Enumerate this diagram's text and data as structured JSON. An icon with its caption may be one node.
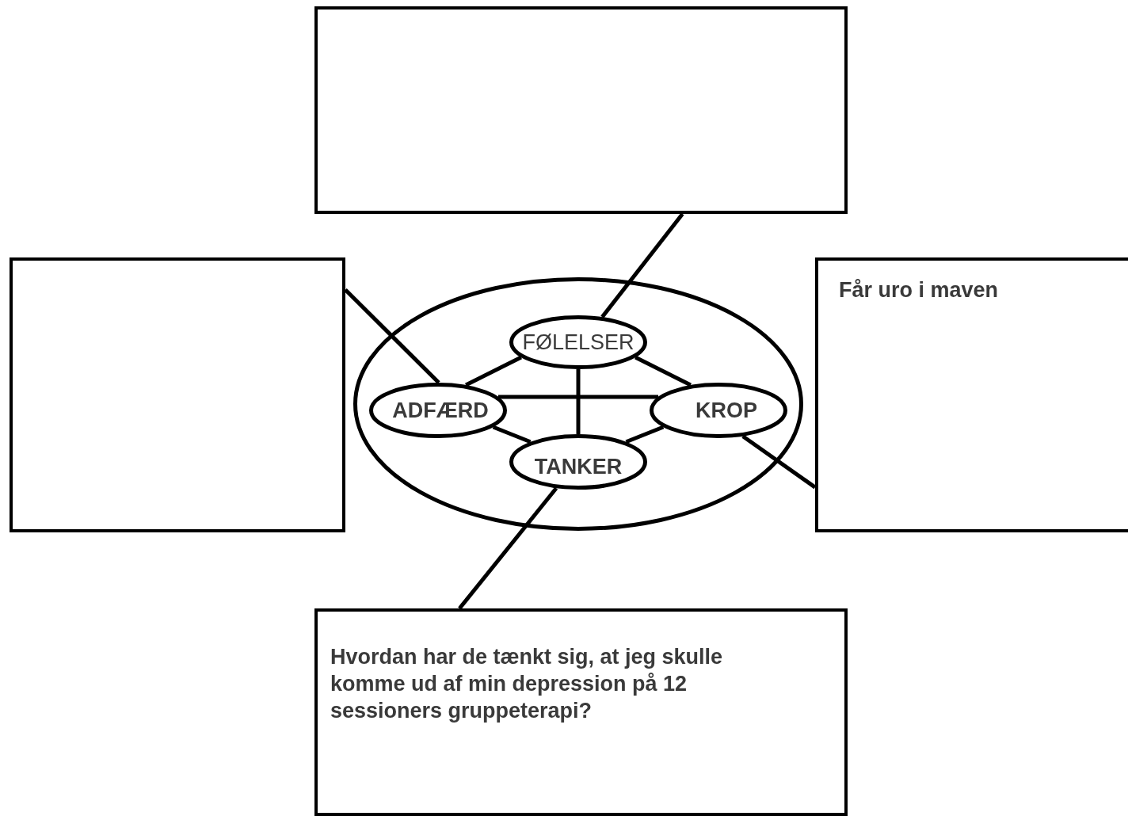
{
  "diagram": {
    "nodes": [
      {
        "text": [],
        "shape": "box"
      },
      {
        "text": [],
        "shape": "box"
      },
      {
        "text": [],
        "shape": "ellipse"
      },
      {
        "text": [
          "FØLELSER"
        ],
        "in": 2
      },
      {
        "text": [
          "ADFÆRD"
        ],
        "in": 2
      },
      {
        "text": [
          "KROP"
        ],
        "in": 2
      },
      {
        "text": [
          "TANKER"
        ],
        "in": 2
      },
      {
        "text": [
          "Får uro i maven"
        ]
      },
      {
        "text": [
          "Hvordan har de tænkt sig, at jeg skulle komme ud af min depression på 12 sessioners gruppeterapi?"
        ]
      }
    ],
    "edges": [
      {
        "from": 0,
        "to": 3,
        "arrow": "none"
      },
      {
        "from": 1,
        "to": 4,
        "arrow": "none"
      },
      {
        "from": 5,
        "to": 7,
        "arrow": "none"
      },
      {
        "from": 6,
        "to": 8,
        "arrow": "none"
      },
      {
        "from": 3,
        "to": 4,
        "arrow": "none"
      },
      {
        "from": 3,
        "to": 5,
        "arrow": "none"
      },
      {
        "from": 3,
        "to": 6,
        "arrow": "none"
      },
      {
        "from": 4,
        "to": 5,
        "arrow": "none"
      },
      {
        "from": 4,
        "to": 6,
        "arrow": "none"
      },
      {
        "from": 5,
        "to": 6,
        "arrow": "none"
      }
    ]
  }
}
